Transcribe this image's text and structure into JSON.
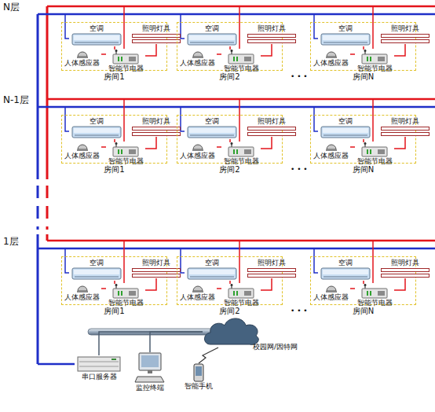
{
  "diagram": {
    "nodes": [
      {
        "text": [
          "房间1"
        ]
      },
      {
        "text": [
          "空调"
        ],
        "in": 0
      },
      {
        "text": [
          "照明灯具"
        ],
        "in": 0
      },
      {
        "text": [
          "人体感应器"
        ],
        "in": 0
      },
      {
        "text": [
          "智能节电器"
        ],
        "in": 0
      },
      {
        "text": [
          "房间2"
        ]
      },
      {
        "text": [
          "空调"
        ],
        "in": 5
      },
      {
        "text": [
          "照明灯具"
        ],
        "in": 5
      },
      {
        "text": [
          "人体感应器"
        ],
        "in": 5
      },
      {
        "text": [
          "智能节电器"
        ],
        "in": 5
      },
      {
        "text": [
          "房间N"
        ]
      },
      {
        "text": [
          "空调"
        ],
        "in": 10
      },
      {
        "text": [
          "照明灯具"
        ],
        "in": 10
      },
      {
        "text": [
          "人体感应器"
        ],
        "in": 10
      },
      {
        "text": [
          "智能节电器"
        ],
        "in": 10
      },
      {
        "text": [
          "房间1"
        ]
      },
      {
        "text": [
          "空调"
        ],
        "in": 15
      },
      {
        "text": [
          "照明灯具"
        ],
        "in": 15
      },
      {
        "text": [
          "人体感应器"
        ],
        "in": 15
      },
      {
        "text": [
          "智能节电器"
        ],
        "in": 15
      },
      {
        "text": [
          "房间2"
        ]
      },
      {
        "text": [
          "空调"
        ],
        "in": 20
      },
      {
        "text": [
          "照明灯具"
        ],
        "in": 20
      },
      {
        "text": [
          "人体感应器"
        ],
        "in": 20
      },
      {
        "text": [
          "智能节电器"
        ],
        "in": 20
      },
      {
        "text": [
          "房间N"
        ]
      },
      {
        "text": [
          "空调"
        ],
        "in": 25
      },
      {
        "text": [
          "照明灯具"
        ],
        "in": 25
      },
      {
        "text": [
          "人体感应器"
        ],
        "in": 25
      },
      {
        "text": [
          "智能节电器"
        ],
        "in": 25
      },
      {
        "text": [
          "房间1"
        ]
      },
      {
        "text": [
          "空调"
        ],
        "in": 30
      },
      {
        "text": [
          "照明灯具"
        ],
        "in": 30
      },
      {
        "text": [
          "人体感应器"
        ],
        "in": 30
      },
      {
        "text": [
          "智能节电器"
        ],
        "in": 30
      },
      {
        "text": [
          "房间2"
        ]
      },
      {
        "text": [
          "空调"
        ],
        "in": 35
      },
      {
        "text": [
          "照明灯具"
        ],
        "in": 35
      },
      {
        "text": [
          "人体感应器"
        ],
        "in": 35
      },
      {
        "text": [
          "智能节电器"
        ],
        "in": 35
      },
      {
        "text": [
          "房间N"
        ]
      },
      {
        "text": [
          "空调"
        ],
        "in": 40
      },
      {
        "text": [
          "照明灯具"
        ],
        "in": 40
      },
      {
        "text": [
          "人体感应器"
        ],
        "in": 40
      },
      {
        "text": [
          "智能节电器"
        ],
        "in": 40
      },
      {
        "text": [
          "串口服务器"
        ]
      },
      {
        "text": [
          "监控终端"
        ]
      },
      {
        "text": [
          "智能手机"
        ]
      },
      {
        "text": [
          "校园网/因特网"
        ]
      }
    ],
    "edges": [
      {
        "from": 4,
        "to": 1,
        "arrow": "none"
      },
      {
        "from": 4,
        "to": 2,
        "arrow": "none"
      },
      {
        "from": 3,
        "to": 4,
        "arrow": "none"
      },
      {
        "from": 9,
        "to": 6,
        "arrow": "none"
      },
      {
        "from": 9,
        "to": 7,
        "arrow": "none"
      },
      {
        "from": 8,
        "to": 9,
        "arrow": "none"
      },
      {
        "from": 14,
        "to": 11,
        "arrow": "none"
      },
      {
        "from": 14,
        "to": 12,
        "arrow": "none"
      },
      {
        "from": 13,
        "to": 14,
        "arrow": "none"
      },
      {
        "from": 19,
        "to": 16,
        "arrow": "none"
      },
      {
        "from": 19,
        "to": 17,
        "arrow": "none"
      },
      {
        "from": 18,
        "to": 19,
        "arrow": "none"
      },
      {
        "from": 24,
        "to": 21,
        "arrow": "none"
      },
      {
        "from": 24,
        "to": 22,
        "arrow": "none"
      },
      {
        "from": 23,
        "to": 24,
        "arrow": "none"
      },
      {
        "from": 29,
        "to": 26,
        "arrow": "none"
      },
      {
        "from": 29,
        "to": 27,
        "arrow": "none"
      },
      {
        "from": 28,
        "to": 29,
        "arrow": "none"
      },
      {
        "from": 34,
        "to": 31,
        "arrow": "none"
      },
      {
        "from": 34,
        "to": 32,
        "arrow": "none"
      },
      {
        "from": 33,
        "to": 34,
        "arrow": "none"
      },
      {
        "from": 39,
        "to": 36,
        "arrow": "none"
      },
      {
        "from": 39,
        "to": 37,
        "arrow": "none"
      },
      {
        "from": 38,
        "to": 39,
        "arrow": "none"
      },
      {
        "from": 44,
        "to": 41,
        "arrow": "none"
      },
      {
        "from": 44,
        "to": 42,
        "arrow": "none"
      },
      {
        "from": 43,
        "to": 44,
        "arrow": "none"
      },
      {
        "from": 45,
        "to": 48,
        "arrow": "none"
      },
      {
        "from": 46,
        "to": 48,
        "arrow": "none"
      },
      {
        "from": 47,
        "to": 48,
        "arrow": "none"
      }
    ],
    "labels": [
      "N层",
      "N-1层",
      "1层",
      "• • •",
      "• • •",
      "• • •"
    ]
  }
}
